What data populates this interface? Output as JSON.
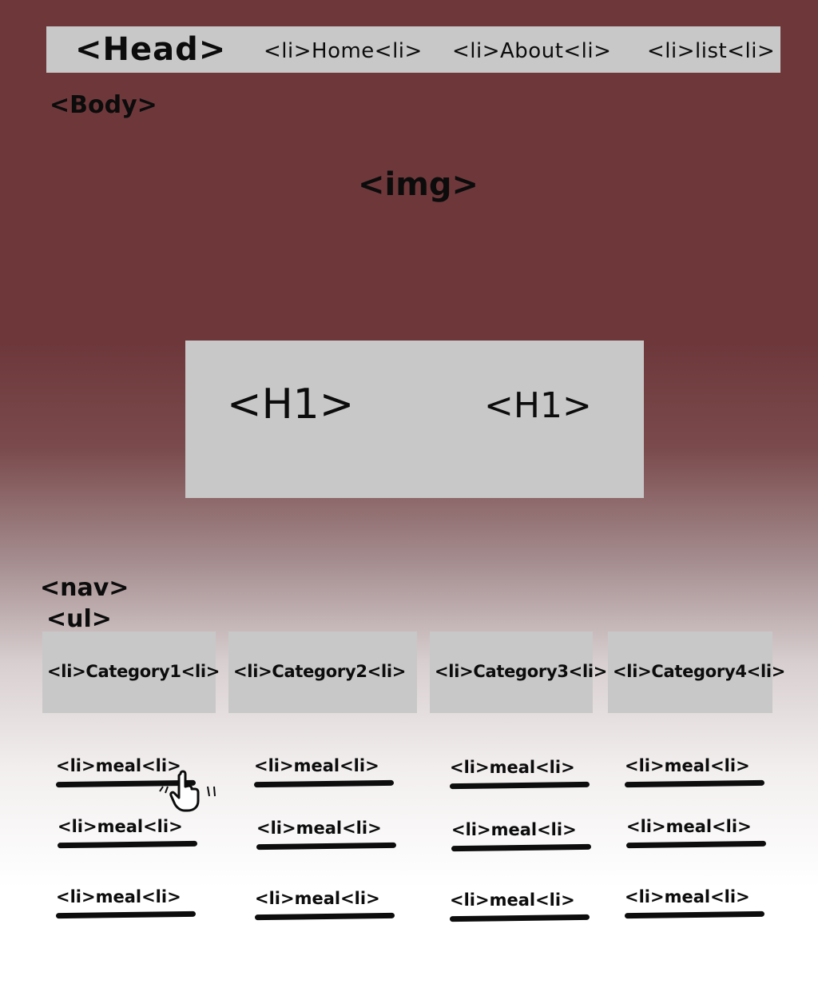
{
  "header": {
    "head_label": "<Head>",
    "nav": {
      "home": "<li>Home<li>",
      "about": "<li>About<li>",
      "list": "<li>list<li>"
    }
  },
  "body_label": "<Body>",
  "image_label": "<img>",
  "hero": {
    "h1_left": "<H1>",
    "h1_right": "<H1>"
  },
  "nav_section": {
    "nav_label": "<nav>",
    "ul_label": "<ul>",
    "categories": [
      "<li>Category1<li>",
      "<li>Category2<li>",
      "<li>Category3<li>",
      "<li>Category4<li>"
    ]
  },
  "meals": {
    "col1": [
      "<li>meal<li>",
      "<li>meal<li>",
      "<li>meal<li>"
    ],
    "col2": [
      "<li>meal<li>",
      "<li>meal<li>",
      "<li>meal<li>"
    ],
    "col3": [
      "<li>meal<li>",
      "<li>meal<li>",
      "<li>meal<li>"
    ],
    "col4": [
      "<li>meal<li>",
      "<li>meal<li>",
      "<li>meal<li>"
    ]
  },
  "colors": {
    "background_top": "#6e383b",
    "background_bottom": "#ffffff",
    "box_fill": "#c8c8c8",
    "ink": "#0c0c0c"
  },
  "icons": {
    "cursor": "hand-pointer-cursor-icon"
  }
}
